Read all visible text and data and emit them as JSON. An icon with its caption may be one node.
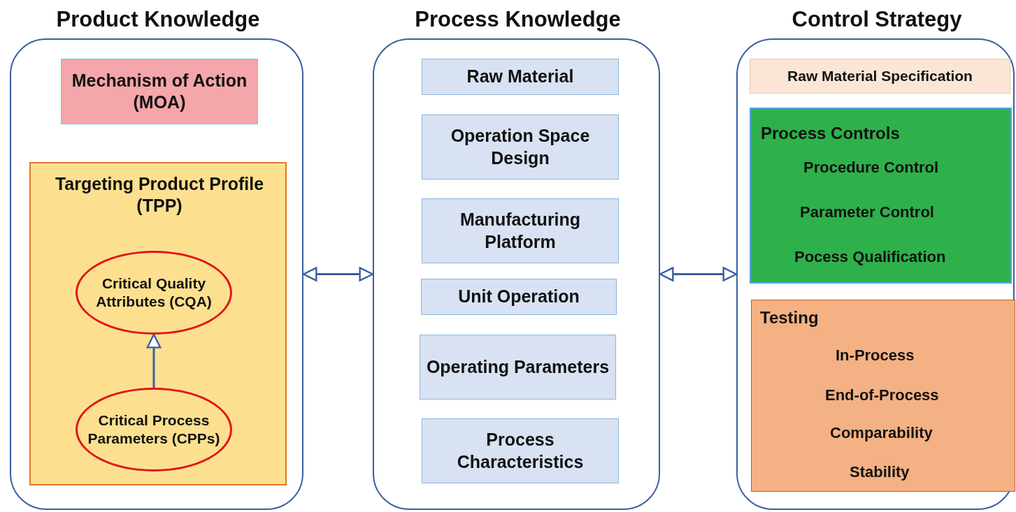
{
  "diagram": {
    "nodes": [
      {
        "text": [
          "Product Knowledge"
        ]
      },
      {
        "text": [
          "Mechanism of Action (MOA)"
        ],
        "in": 0
      },
      {
        "text": [
          "Targeting Product Profile (TPP)"
        ],
        "in": 0
      },
      {
        "text": [
          "Critical Quality Attributes (CQA)"
        ],
        "in": 2
      },
      {
        "text": [
          "Critical Process Parameters (CPPs)"
        ],
        "in": 2
      },
      {
        "text": [
          "Process Knowledge"
        ]
      },
      {
        "text": [
          "Raw Material"
        ],
        "in": 5
      },
      {
        "text": [
          "Operation Space Design"
        ],
        "in": 5
      },
      {
        "text": [
          "Manufacturing Platform"
        ],
        "in": 5
      },
      {
        "text": [
          "Unit Operation"
        ],
        "in": 5
      },
      {
        "text": [
          "Operating Parameters"
        ],
        "in": 5
      },
      {
        "text": [
          "Process Characteristics"
        ],
        "in": 5
      },
      {
        "text": [
          "Control Strategy"
        ]
      },
      {
        "text": [
          "Raw Material Specification"
        ],
        "in": 12
      },
      {
        "text": [
          "Process Controls",
          "Procedure Control",
          "Parameter Control",
          "Pocess Qualification"
        ],
        "in": 12
      },
      {
        "text": [
          "Testing",
          "In-Process",
          "End-of-Process",
          "Comparability",
          "Stability"
        ],
        "in": 12
      }
    ],
    "edges": [
      {
        "from": 4,
        "to": 3,
        "arrow": "to"
      },
      {
        "from": 0,
        "to": 5,
        "arrow": "both"
      },
      {
        "from": 5,
        "to": 12,
        "arrow": "both"
      }
    ]
  }
}
